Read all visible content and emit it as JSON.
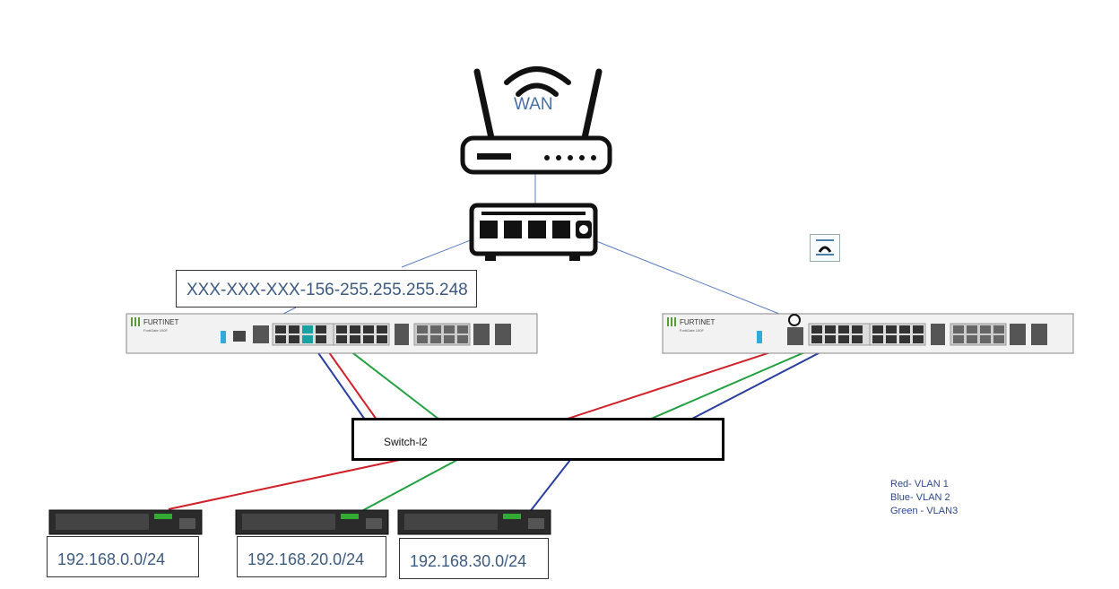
{
  "wan": {
    "label": "WAN"
  },
  "firewall_left": {
    "ip_label": "XXX-XXX-XXX-156-255.255.255.248",
    "brand": "FURTINET",
    "model": "FortiGate 100F"
  },
  "firewall_right": {
    "brand": "FURTINET",
    "model": "FortiGate 100F"
  },
  "core_switch": {
    "label": "Switch-l2"
  },
  "subnets": [
    {
      "label": "192.168.0.0/24"
    },
    {
      "label": "192.168.20.0/24"
    },
    {
      "label": "192.168.30.0/24"
    }
  ],
  "legend": {
    "items": [
      "Red- VLAN 1",
      "Blue- VLAN 2",
      "Green - VLAN3"
    ]
  },
  "colors": {
    "vlan1": "#d0202a",
    "vlan2": "#2a3ea0",
    "vlan3": "#22a040",
    "uplink": "#5b7fc0"
  },
  "icons": [
    "router-icon",
    "unmanaged-switch-icon",
    "fortigate-firewall-icon",
    "access-switch-icon",
    "wifi-icon"
  ]
}
